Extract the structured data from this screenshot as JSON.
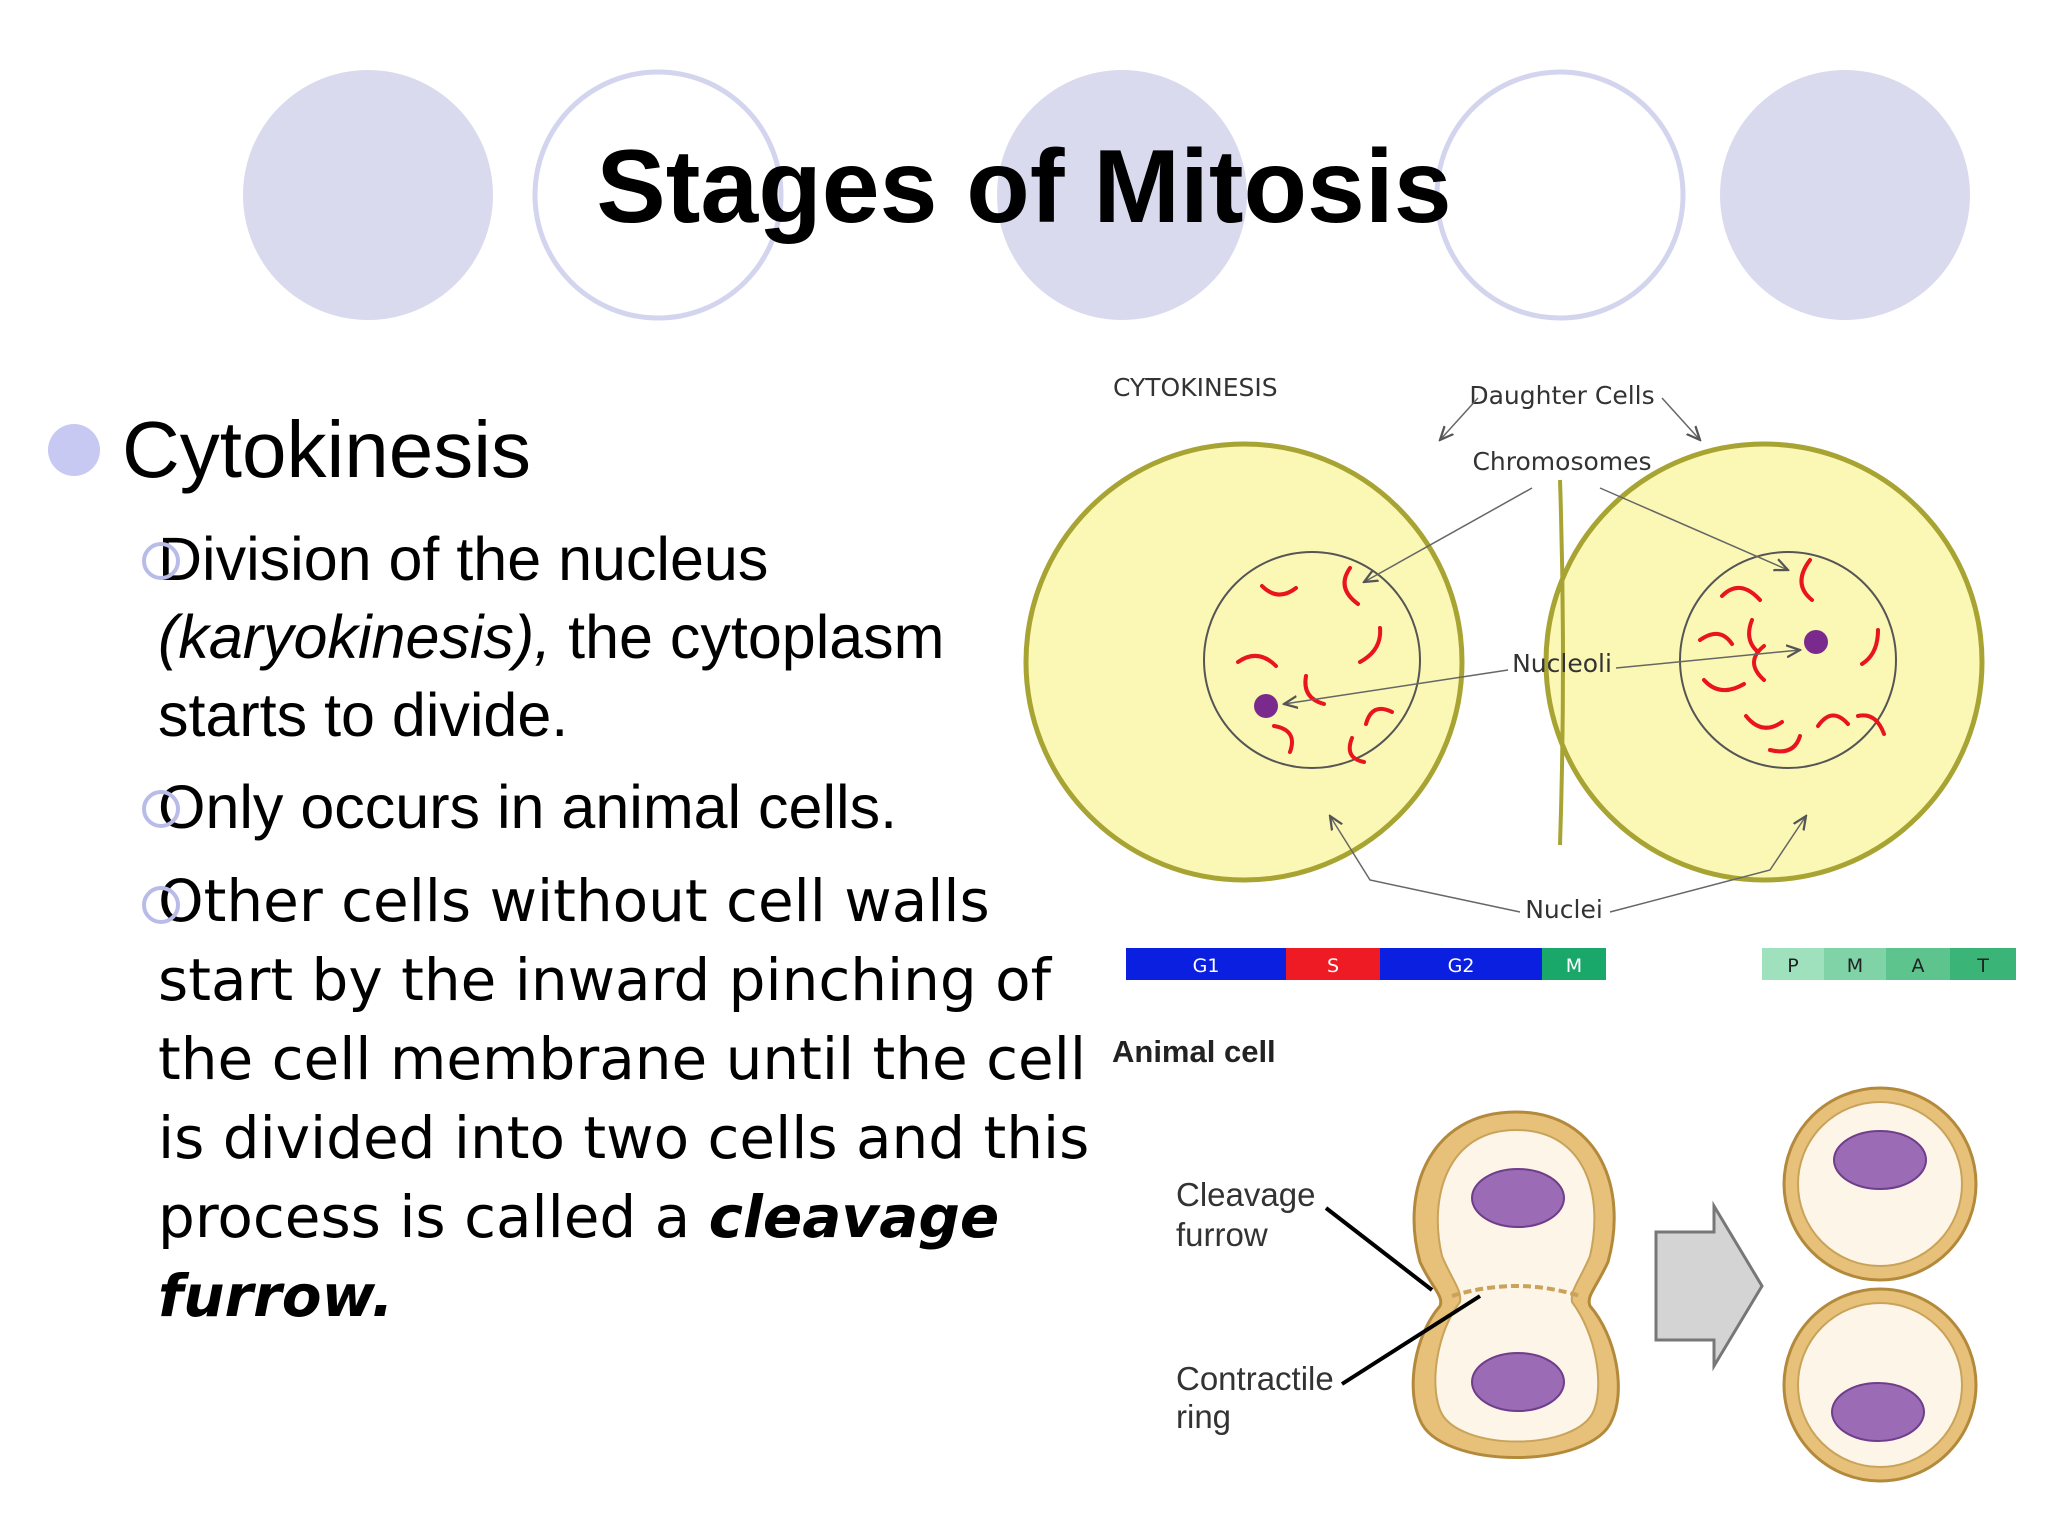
{
  "slide": {
    "title": "Stages of Mitosis",
    "bullet": "Cytokinesis",
    "sub_points": [
      {
        "italic_part": "(karyokinesis),",
        "before": "Division of the nucleus ",
        "after": " the cytoplasm starts to divide."
      },
      {
        "text": "Only occurs in animal cells."
      },
      {
        "before": "Other cells without cell walls start by the inward pinching of the cell membrane until the cell is divided into two cells and this process is called a ",
        "emphasis": "cleavage furrow."
      }
    ]
  },
  "diagram_top": {
    "heading": "CYTOKINESIS",
    "labels": {
      "daughter_cells": "Daughter Cells",
      "chromosomes": "Chromosomes",
      "nucleoli": "Nucleoli",
      "nuclei": "Nuclei"
    },
    "cell_cycle_bar": [
      "G1",
      "S",
      "G2",
      "M"
    ],
    "mitosis_bar": [
      "P",
      "M",
      "A",
      "T"
    ]
  },
  "diagram_bottom": {
    "heading": "Animal cell",
    "label_cleavage_line1": "Cleavage",
    "label_cleavage_line2": "furrow",
    "label_ring_line1": "Contractile",
    "label_ring_line2": "ring"
  },
  "colors": {
    "deco_fill": "#d9daee",
    "deco_ring": "#d3d4ee",
    "bullet": "#c7c9f2",
    "cell_fill": "#fbf7b5",
    "cell_border": "#a8a434",
    "chromosome": "#e8141e",
    "nucleolus": "#7a2a8c",
    "g1": "#0a1fe0",
    "s": "#ee1b24",
    "m": "#1aa86a",
    "pmat_light": "#9fe0bd",
    "animal_cell_outer": "#e7c07a",
    "animal_nucleus": "#9b6bb5"
  }
}
